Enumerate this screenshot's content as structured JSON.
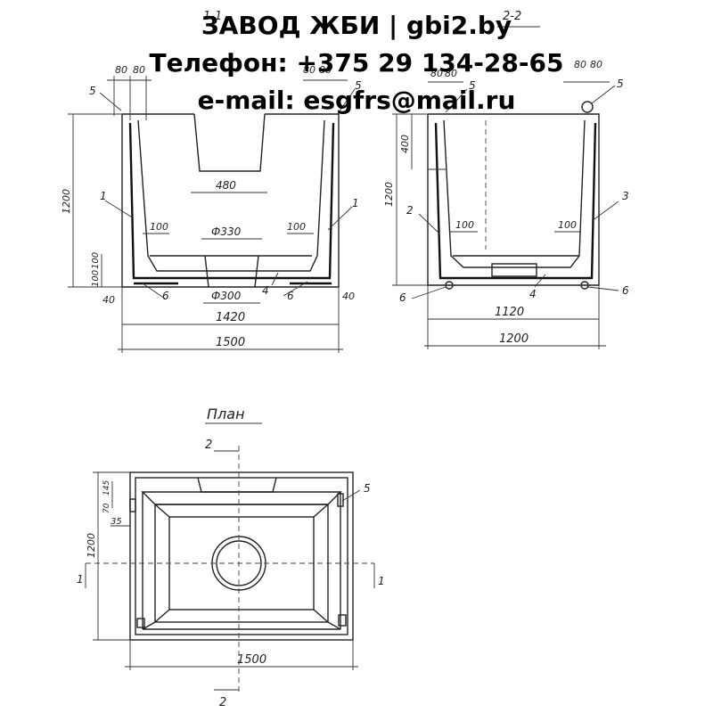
{
  "header": {
    "line1": "ЗАВОД ЖБИ | gbi2.by",
    "line2": "Телефон: +375 29 134-28-65",
    "line3": "e-mail: esgfrs@mail.ru"
  },
  "section_1_1": {
    "title": "1-1",
    "dims": {
      "top_left_a": "80",
      "top_left_b": "80",
      "top_right_a": "80",
      "top_right_b": "80",
      "height": "1200",
      "notch_width": "480",
      "pipe_top": "Ф330",
      "pipe_bottom": "Ф300",
      "inner_left": "100",
      "inner_right": "100",
      "base_a": "100",
      "base_b": "100",
      "edge_left": "40",
      "edge_right": "40",
      "inner_width": "1420",
      "total_width": "1500"
    },
    "callouts": {
      "c1_left": "1",
      "c1_right": "1",
      "c4": "4",
      "c5_left": "5",
      "c5_right": "5",
      "c6_left": "6",
      "c6_right": "6"
    }
  },
  "section_2_2": {
    "title": "2-2",
    "dims": {
      "top_left_a": "80",
      "top_left_b": "80",
      "top_right_a": "80",
      "top_right_b": "80",
      "height": "1200",
      "upper": "400",
      "inner_left": "100",
      "inner_right": "100",
      "inner_width": "1120",
      "total_width": "1200"
    },
    "callouts": {
      "c2": "2",
      "c3": "3",
      "c4": "4",
      "c5_left": "5",
      "c5_right": "5",
      "c6_left": "6",
      "c6_right": "6"
    }
  },
  "plan": {
    "title": "План",
    "dims": {
      "a": "70",
      "b": "145",
      "c": "35",
      "height": "1200",
      "width": "1500"
    },
    "callouts": {
      "c5": "5"
    },
    "cut_marks": {
      "top": "2",
      "bottom": "2",
      "left": "1",
      "right": "1"
    }
  }
}
